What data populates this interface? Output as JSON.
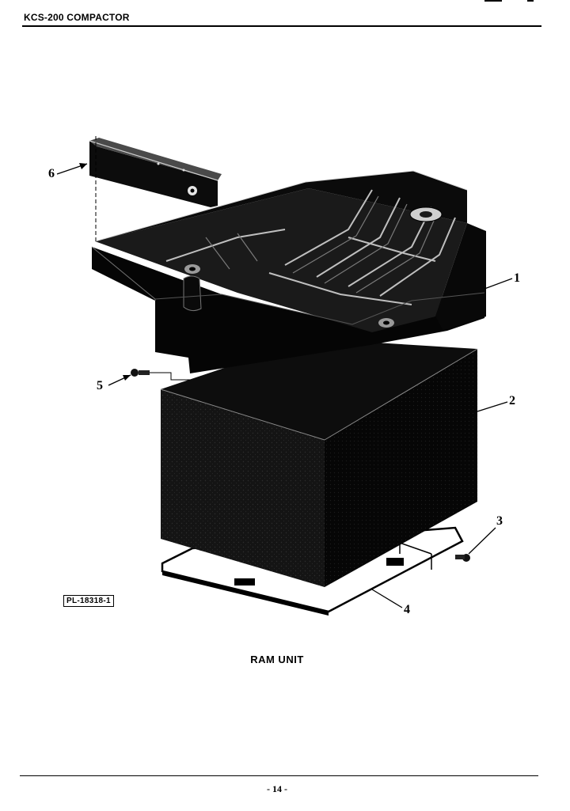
{
  "header": {
    "model_title": "KCS-200 COMPACTOR"
  },
  "diagram": {
    "plate_id": "PL-18318-1",
    "caption": "RAM UNIT",
    "callouts": [
      "1",
      "2",
      "3",
      "4",
      "5",
      "6"
    ],
    "components": [
      "ram-frame",
      "ram-box",
      "screw",
      "ram-plate",
      "screw",
      "bracket"
    ]
  },
  "footer": {
    "page_number": "- 14 -"
  }
}
